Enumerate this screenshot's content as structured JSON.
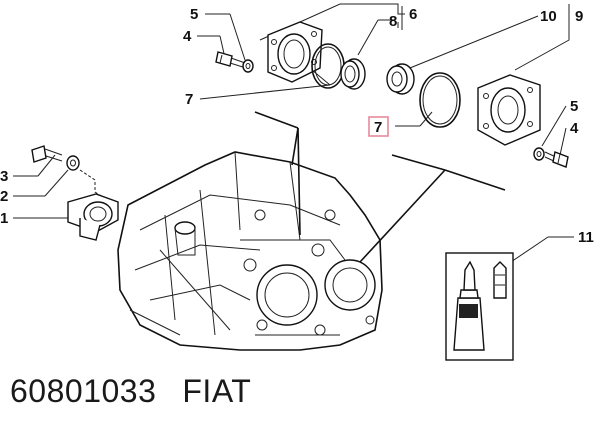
{
  "callouts": {
    "c5_top": "5",
    "c4_top": "4",
    "c8": "8",
    "c6": "6",
    "c7_left": "7",
    "c10": "10",
    "c9": "9",
    "c7_highlight": "7",
    "c5_right": "5",
    "c4_right": "4",
    "c3": "3",
    "c2": "2",
    "c1": "1",
    "c11": "11"
  },
  "highlight_color": "#e88a9a",
  "footer": {
    "part_number": "60801033",
    "brand": "FIAT"
  }
}
